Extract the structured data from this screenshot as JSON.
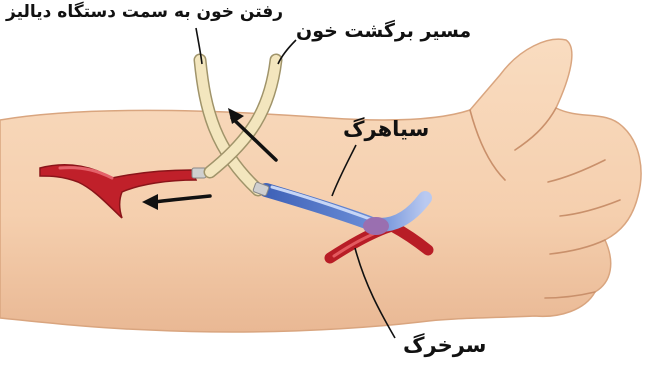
{
  "labels": {
    "to_dialysis": "رفتن خون به سمت دستگاه دیالیز",
    "return_path": "مسیر برگشت خون",
    "vein": "سیاهرگ",
    "artery": "سرخرگ"
  },
  "colors": {
    "skin": "#f7d2b2",
    "skin_shadow": "#e8b592",
    "artery_red": "#c0202a",
    "artery_dark": "#8a1419",
    "vein_blue": "#4a6fc4",
    "vein_light": "#9bb6ea",
    "tube": "#f3e6be",
    "tube_edge": "#a0946a",
    "arrow": "#111111"
  }
}
